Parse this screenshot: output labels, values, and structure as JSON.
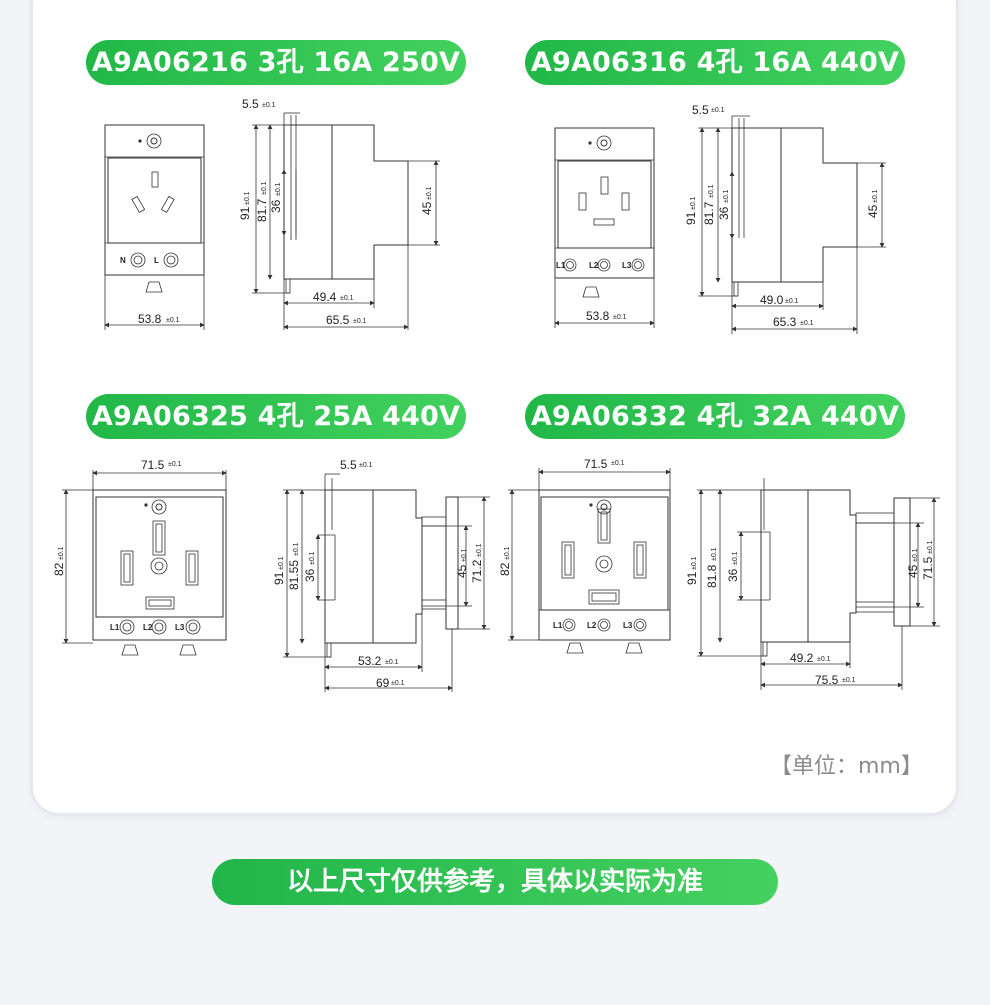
{
  "titles": {
    "model1": "A9A06216 3孔 16A 250V",
    "model2": "A9A06316 4孔 16A 440V",
    "model3": "A9A06325 4孔 25A 440V",
    "model4": "A9A06332 4孔 32A 440V"
  },
  "tol": "±0.1",
  "pins": {
    "n": "N",
    "l": "L",
    "l1": "L1",
    "l2": "L2",
    "l3": "L3"
  },
  "d1": {
    "w": "53.8",
    "top": "5.5",
    "h1": "91",
    "h2": "81.7",
    "h3": "36",
    "d": "49.4",
    "depth": "65.5",
    "rail": "45"
  },
  "d2": {
    "w": "53.8",
    "top": "5.5",
    "h1": "91",
    "h2": "81.7",
    "h3": "36",
    "d": "49.0",
    "depth": "65.3",
    "rail": "45"
  },
  "d3": {
    "w": "71.5",
    "hf": "82",
    "top": "5.5",
    "h1": "91",
    "h2": "81.55",
    "h3": "36",
    "rail": "45",
    "rail2": "71.2",
    "d": "53.2",
    "depth": "69"
  },
  "d4": {
    "w": "71.5",
    "hf": "82",
    "h1": "91",
    "h2": "81.8",
    "h3": "36",
    "rail": "45",
    "rail2": "71.5",
    "d": "49.2",
    "depth": "75.5"
  },
  "unit": "【单位：mm】",
  "note": "以上尺寸仅供参考，具体以实际为准",
  "colors": {
    "green_start": "#21b848",
    "green_end": "#43d15e"
  }
}
